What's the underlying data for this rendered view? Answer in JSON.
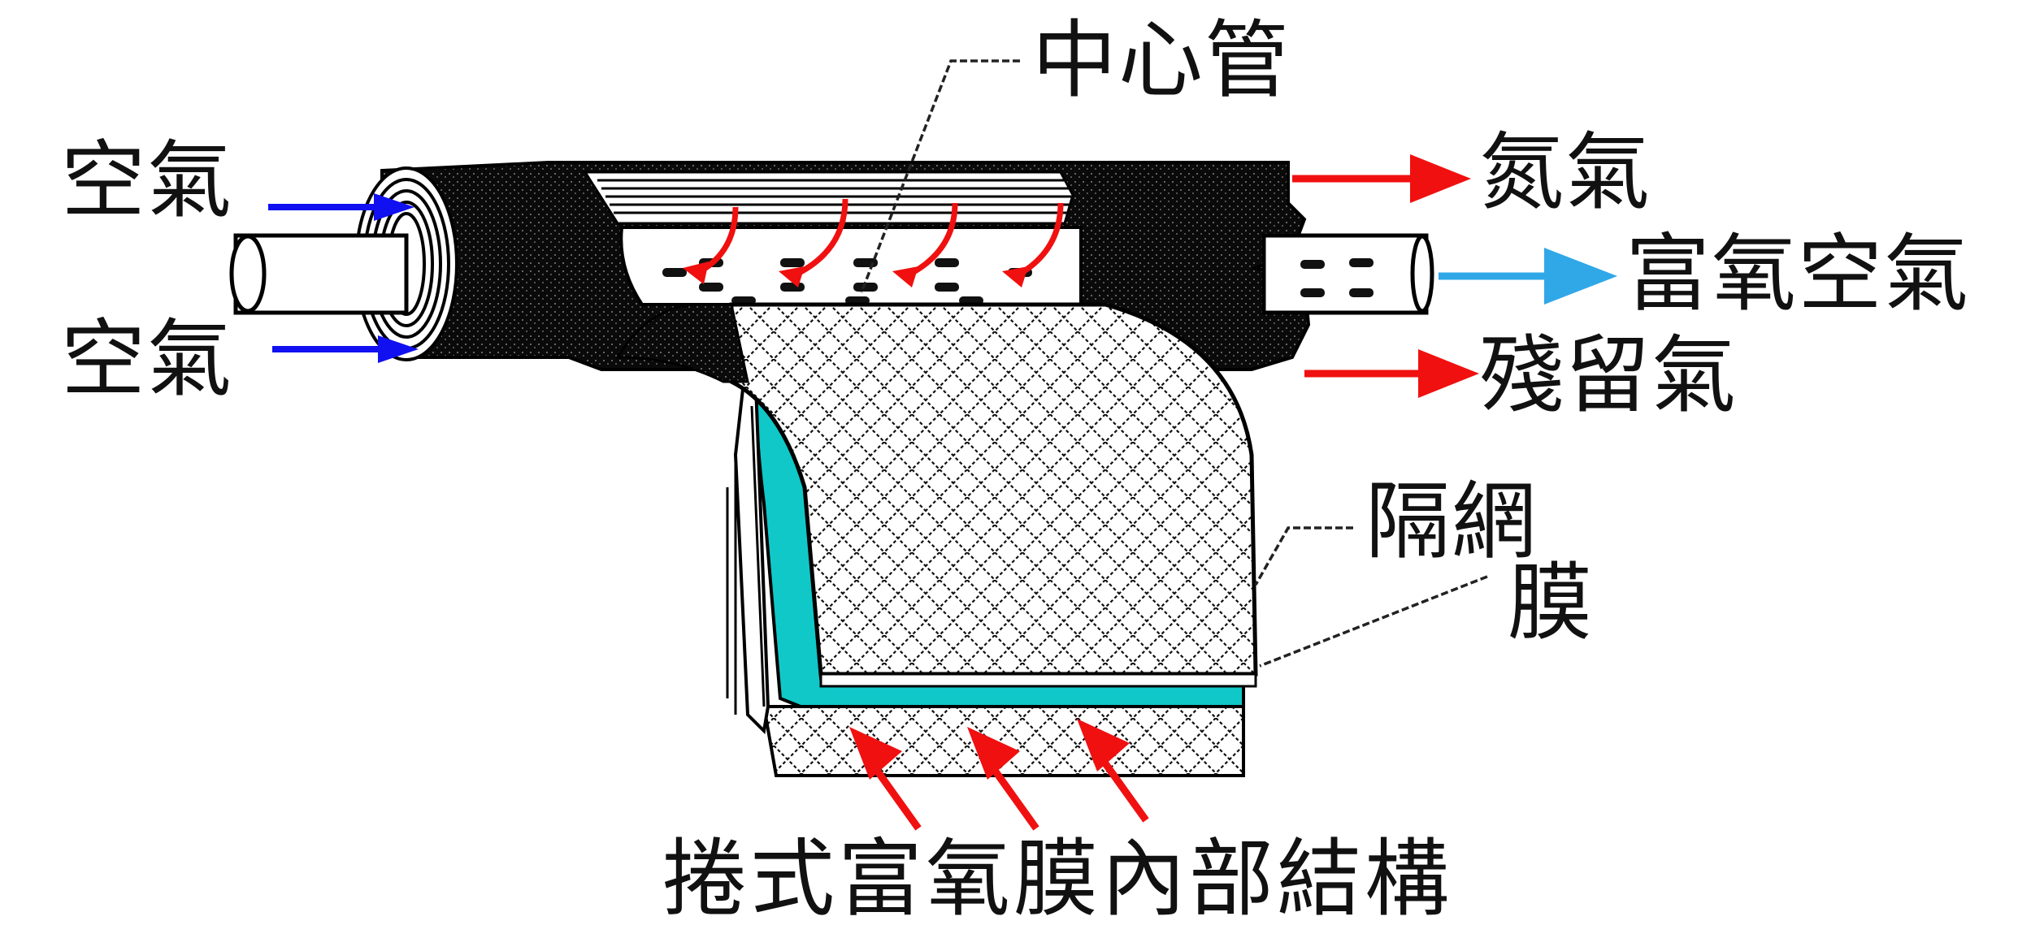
{
  "labels": {
    "center_tube": "中心管",
    "air_in_top": "空氣",
    "air_in_bottom": "空氣",
    "nitrogen_out": "氮氣",
    "oxygen_rich_out": "富氧空氣",
    "residual_out": "殘留氣",
    "spacer_mesh": "隔網",
    "membrane": "膜",
    "caption": "捲式富氧膜內部結構"
  },
  "colors": {
    "air_arrow": "#1010f0",
    "out_arrow": "#f01010",
    "oxygen_arrow": "#30a8e8",
    "membrane": "#10c8c8",
    "housing": "#0a0a0a"
  },
  "icons": {
    "flow_arrow": "arrow-right-icon",
    "feed_arrow": "arrow-up-right-icon"
  }
}
